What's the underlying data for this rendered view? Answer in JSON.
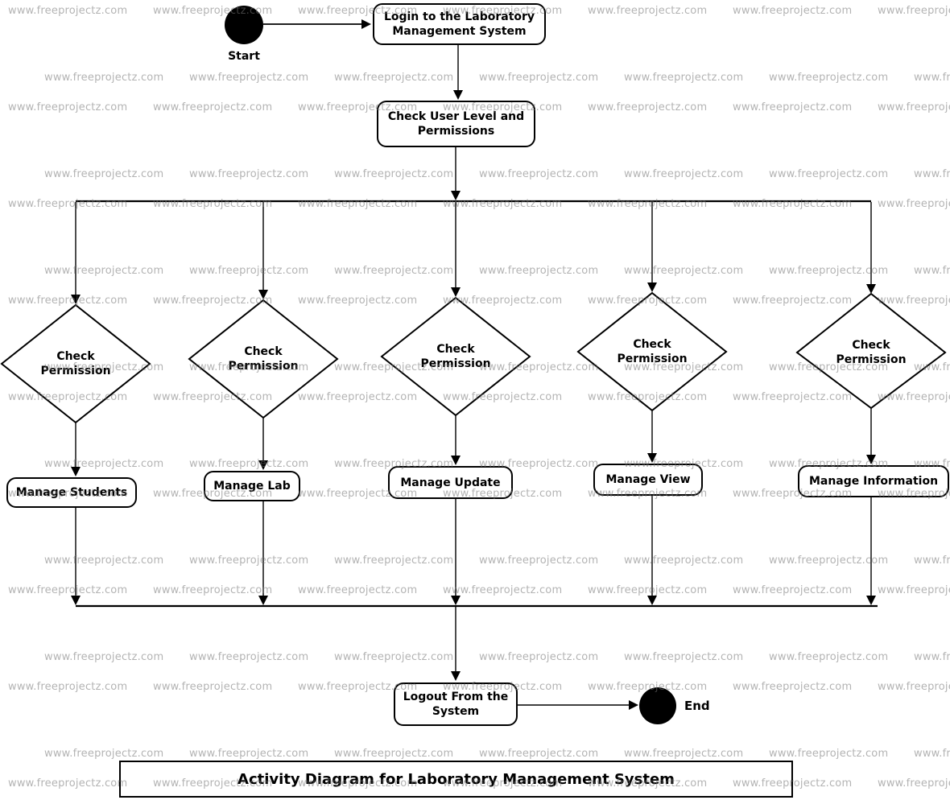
{
  "title": "Activity Diagram for Laboratory Management System",
  "watermark": {
    "text": "www.freeprojectz.com",
    "color_hex": "#b4b4b4"
  },
  "diagram": {
    "start_label": "Start",
    "end_label": "End",
    "activities": {
      "login": "Login to the Laboratory Management System",
      "check_user": "Check User Level and Permissions",
      "logout": "Logout From the System"
    },
    "decisions": [
      {
        "label": "Check Permission"
      },
      {
        "label": "Check Permission"
      },
      {
        "label": "Check Permission"
      },
      {
        "label": "Check Permission"
      },
      {
        "label": "Check Permission"
      }
    ],
    "actions": [
      {
        "label": "Manage Students"
      },
      {
        "label": "Manage Lab"
      },
      {
        "label": "Manage Update"
      },
      {
        "label": "Manage View"
      },
      {
        "label": "Manage Information"
      }
    ],
    "colors": {
      "shape_fill": "#ffffff",
      "stroke": "#000000",
      "text": "#000000"
    }
  }
}
